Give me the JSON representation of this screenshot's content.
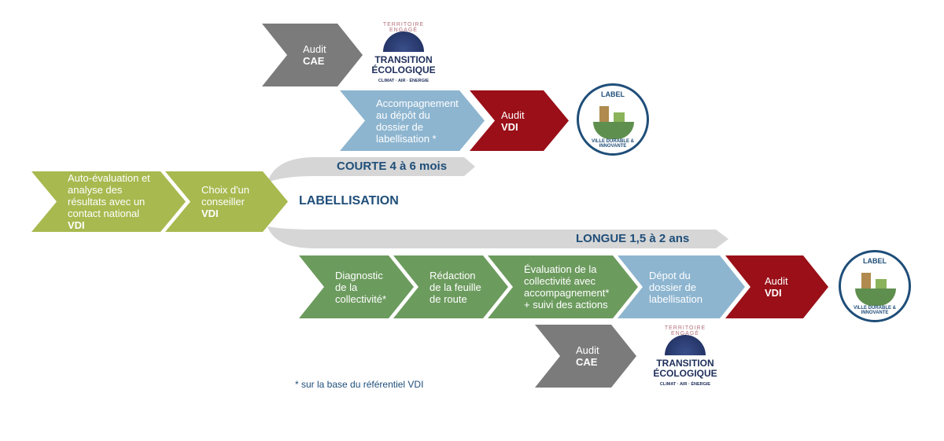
{
  "top": {
    "audit_cae": {
      "line1": "Audit",
      "line2": "CAE"
    },
    "accompagnement": "Accompagnement au dépôt du dossier de labellisation *",
    "audit_vdi": {
      "line1": "Audit",
      "line2": "VDI"
    }
  },
  "start": {
    "auto_eval": {
      "text": "Auto-évaluation et analyse des résultats avec un contact national",
      "bold": "VDI"
    },
    "choix": {
      "text": "Choix d'un conseiller",
      "bold": "VDI"
    }
  },
  "center_label": "LABELLISATION",
  "courte": "COURTE 4 à 6 mois",
  "longue": "LONGUE 1,5 à 2 ans",
  "bottom": {
    "diagnostic": "Diagnostic de la collectivité*",
    "redaction": "Rédaction de la feuille de route",
    "evaluation": "Évaluation de la collectivité avec accompagnement* + suivi des actions",
    "depot": "Dépot du dossier de labellisation",
    "audit_vdi": {
      "line1": "Audit",
      "line2": "VDI"
    },
    "audit_cae": {
      "line1": "Audit",
      "line2": "CAE"
    }
  },
  "logo_te": {
    "arc": "TERRITOIRE ENGAGÉ",
    "line1": "TRANSITION",
    "line2": "ÉCOLOGIQUE",
    "line3": "CLIMAT · AIR · ÉNERGIE"
  },
  "logo_label": {
    "top": "LABEL",
    "bottom": "VILLE DURABLE & INNOVANTE"
  },
  "footnote": "* sur la base du référentiel VDI",
  "colors": {
    "gray": "#7b7b7b",
    "blue": "#8db5d0",
    "red": "#9a0f18",
    "olive": "#a8b94f",
    "green": "#6c9b5e",
    "navy": "#1f4e79"
  }
}
